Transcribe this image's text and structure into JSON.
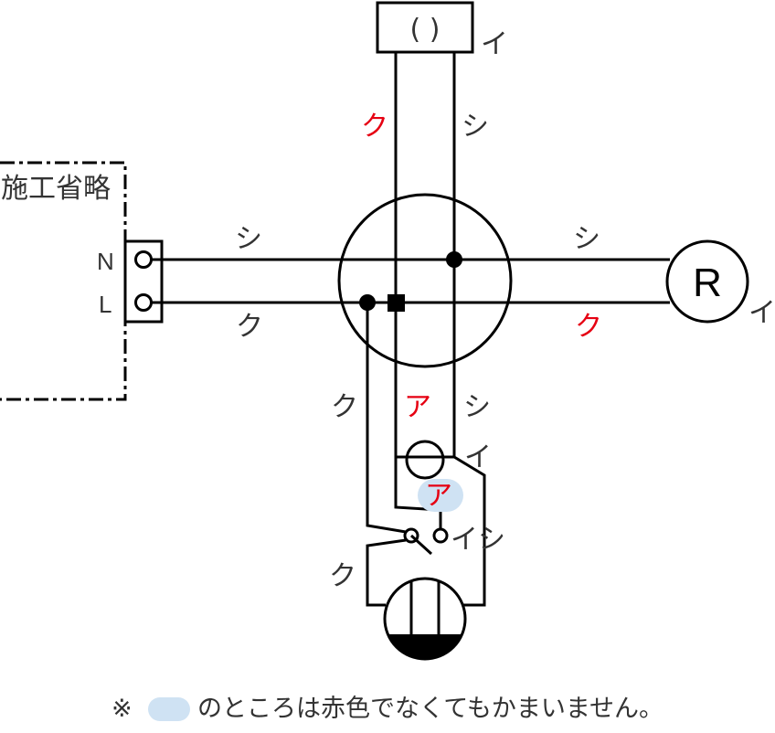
{
  "diagram": {
    "omitted_label": "施工省略",
    "terminal_n": "N",
    "terminal_l": "L",
    "top_box_label": "( )",
    "lamp_r_label": "R",
    "wire_labels": {
      "top_left_red": "ク",
      "top_right": "シ",
      "top_box_side": "イ",
      "left_upper": "シ",
      "left_lower": "ク",
      "right_upper": "シ",
      "right_lower_red": "ク",
      "lamp_r_side": "イ",
      "down_left": "ク",
      "down_mid_red": "ア",
      "down_right": "シ",
      "pilot_side": "イ",
      "pilot_below_red": "ア",
      "switch_side": "イシ",
      "outlet_left": "ク"
    },
    "note_prefix": "※",
    "note_text": "のところは赤色でなくてもかまいません。"
  },
  "colors": {
    "line": "#000000",
    "text": "#333333",
    "red": "#e60012",
    "highlight": "#cfe2f3"
  }
}
